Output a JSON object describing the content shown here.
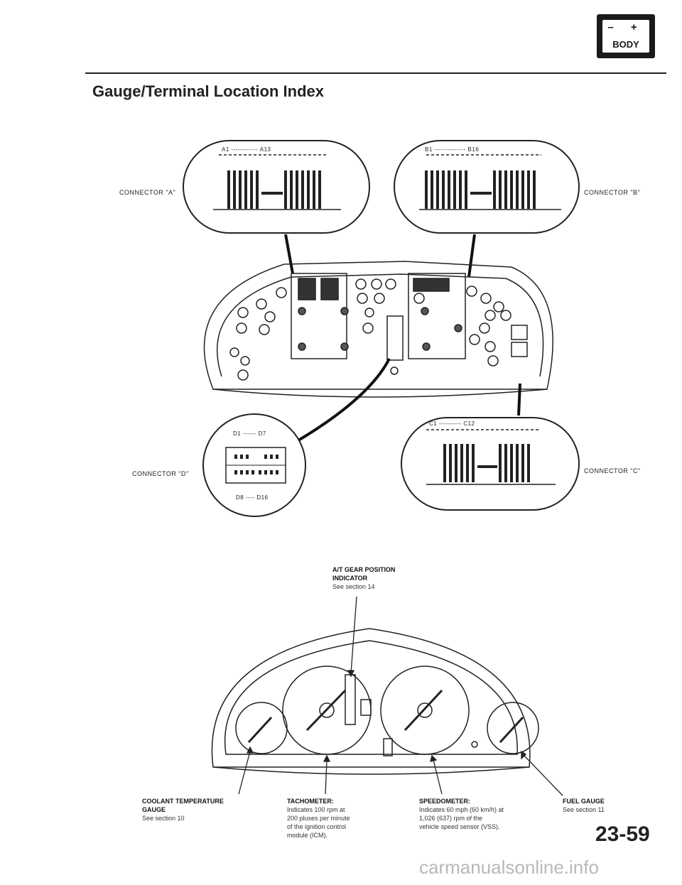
{
  "header": {
    "badge_symbols": "– +",
    "badge_text": "BODY",
    "title": "Gauge/Terminal Location Index"
  },
  "connectors": {
    "a": {
      "label": "CONNECTOR \"A\"",
      "range": "A1 ------------ A13"
    },
    "b": {
      "label": "CONNECTOR \"B\"",
      "range": "B1 -------------- B16"
    },
    "c": {
      "label": "CONNECTOR \"C\"",
      "range": "C1 ---------- C12"
    },
    "d": {
      "label": "CONNECTOR \"D\"",
      "range_top": "D1 ------ D7",
      "range_bottom": "D8 ---- D16"
    }
  },
  "callouts": {
    "at_gear": {
      "title_1": "A/T GEAR POSITION",
      "title_2": "INDICATOR",
      "ref": "See section 14"
    },
    "coolant": {
      "title_1": "COOLANT TEMPERATURE",
      "title_2": "GAUGE",
      "ref": "See section 10"
    },
    "tachometer": {
      "title": "TACHOMETER:",
      "line_1": "Indicates 100 rpm at",
      "line_2": "200 pluses per minute",
      "line_3": "of the ignition control",
      "line_4": "module (ICM)."
    },
    "speedometer": {
      "title": "SPEEDOMETER:",
      "line_1": "Indicates 60 mph (60 km/h) at",
      "line_2": "1,026 (637) rpm of the",
      "line_3": "vehicle speed sensor (VSS)."
    },
    "fuel": {
      "title": "FUEL GAUGE",
      "ref": "See section 11"
    }
  },
  "footer": {
    "page_number": "23-59",
    "watermark": "carmanualsonline.info"
  }
}
